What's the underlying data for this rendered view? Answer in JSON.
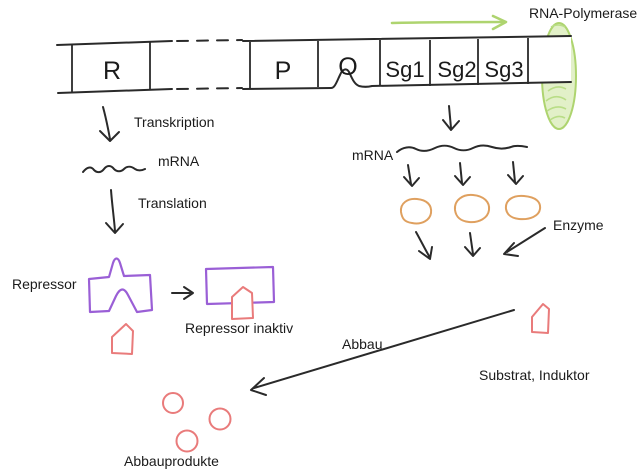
{
  "track": {
    "r": "R",
    "p": "P",
    "o": "O",
    "sg1": "Sg1",
    "sg2": "Sg2",
    "sg3": "Sg3"
  },
  "labels": {
    "rna_polymerase": "RNA-Polymerase",
    "transkription": "Transkription",
    "mrna_left": "mRNA",
    "translation": "Translation",
    "repressor": "Repressor",
    "repressor_inaktiv": "Repressor inaktiv",
    "mrna_right": "mRNA",
    "enzyme": "Enzyme",
    "abbau": "Abbau",
    "substrat_induktor": "Substrat, Induktor",
    "abbauprodukte": "Abbauprodukte"
  },
  "colors": {
    "line": "#2a2a2a",
    "green": "#aed46f",
    "green_fill": "#e2f0c8",
    "green_scribble": "#b9dd87",
    "orange": "#dfa05f",
    "purple": "#9a5fd6",
    "red": "#e97b7b"
  }
}
